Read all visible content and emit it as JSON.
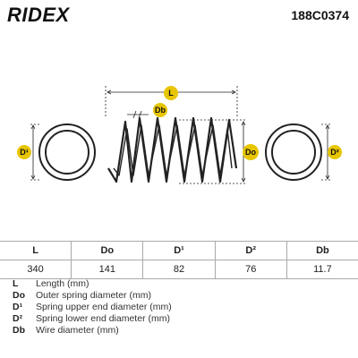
{
  "header": {
    "brand": "RIDEX",
    "part_number": "188C0374"
  },
  "diagram": {
    "labels": {
      "length": "L",
      "wire": "Db",
      "outer": "Do",
      "upper_end": "D¹",
      "lower_end": "D²"
    },
    "colors": {
      "badge": "#e7c500",
      "line": "#222222",
      "accent": "#e2001a"
    }
  },
  "table": {
    "headers": [
      "L",
      "Do",
      "D¹",
      "D²",
      "Db"
    ],
    "values": [
      "340",
      "141",
      "82",
      "76",
      "11.7"
    ]
  },
  "legend": [
    {
      "abbr": "L",
      "desc": "Length (mm)"
    },
    {
      "abbr": "Do",
      "desc": "Outer spring diameter (mm)"
    },
    {
      "abbr": "D¹",
      "desc": "Spring upper end diameter (mm)"
    },
    {
      "abbr": "D²",
      "desc": "Spring lower end diameter (mm)"
    },
    {
      "abbr": "Db",
      "desc": "Wire diameter (mm)"
    }
  ]
}
